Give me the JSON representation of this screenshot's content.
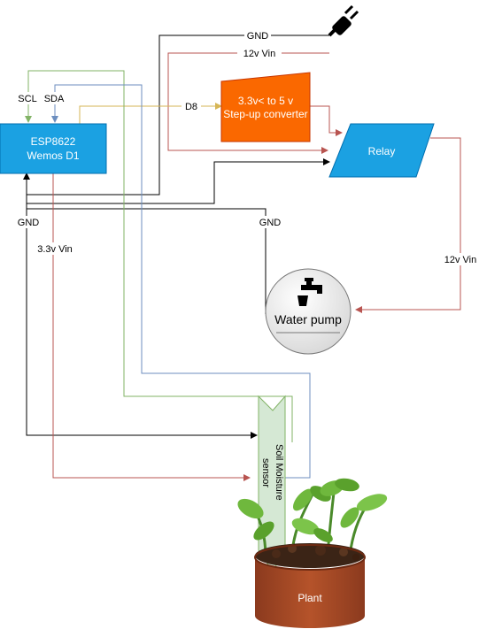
{
  "components": {
    "mcu": {
      "line1": "ESP8622",
      "line2": "Wemos D1",
      "color": "#1ba1e2"
    },
    "converter": {
      "line1": "3.3v< to 5 v",
      "line2": "Step-up converter",
      "color": "#fa6800"
    },
    "relay": {
      "label": "Relay",
      "color": "#1ba1e2"
    },
    "pump": {
      "label": "Water pump"
    },
    "sensor": {
      "label_line1": "Soil Moisture",
      "label_line2": "sensor",
      "color": "#d5e8d4"
    },
    "plant": {
      "label": "Plant",
      "color": "#a0522d"
    },
    "power_plug": {
      "icon": "power-plug-icon"
    }
  },
  "connections": {
    "gnd_top": "GND",
    "vin_top": "12v Vin",
    "d8": "D8",
    "scl": "SCL",
    "sda": "SDA",
    "gnd_left": "GND",
    "vin_3v3": "3.3v Vin",
    "gnd_pump": "GND",
    "vin_pump": "12v Vin"
  },
  "colors": {
    "gnd_wire": "#000000",
    "power_wire": "#b85450",
    "d8_wire": "#d6b656",
    "scl_wire": "#82b366",
    "sda_wire": "#6c8ebf"
  }
}
